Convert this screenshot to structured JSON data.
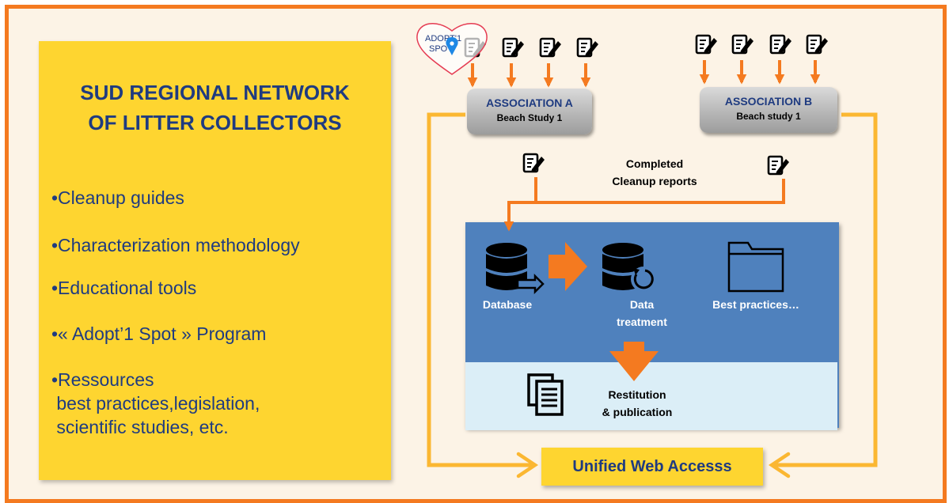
{
  "left_panel": {
    "title_line1": "SUD REGIONAL NETWORK",
    "title_line2": "OF LITTER  COLLECTORS",
    "bullets": [
      "•Cleanup guides",
      "•Characterization methodology",
      "•Educational tools",
      "•« Adopt’1 Spot » Program",
      "•Ressources",
      " best practices,legislation,",
      " scientific studies, etc."
    ]
  },
  "logo": {
    "line1": "ADOPT'1",
    "line2": "SPOT"
  },
  "association_a": {
    "name": "ASSOCIATION A",
    "study": "Beach Study 1"
  },
  "association_b": {
    "name": "ASSOCIATION B",
    "study": "Beach study 1"
  },
  "reports_label": {
    "line1": "Completed",
    "line2": "Cleanup reports"
  },
  "database_panel": {
    "database": "Database",
    "data_treatment_line1": "Data",
    "data_treatment_line2": "treatment",
    "best_practices": "Best practices…"
  },
  "restitution": {
    "line1": "Restitution",
    "line2": "& publication"
  },
  "web_access": "Unified Web Accesss",
  "icons": [
    "form-pen-icon",
    "database-icon",
    "database-refresh-icon",
    "folder-icon",
    "document-stack-icon",
    "heart-logo-icon",
    "map-pin-icon"
  ],
  "colors": {
    "frame": "#f47a20",
    "panel_yellow": "#fed530",
    "navy": "#1f3b80",
    "db_blue": "#4f81bd",
    "light_blue": "#dbeef7",
    "arrow_orange": "#f47a20",
    "line_yellow": "#fbb732"
  }
}
